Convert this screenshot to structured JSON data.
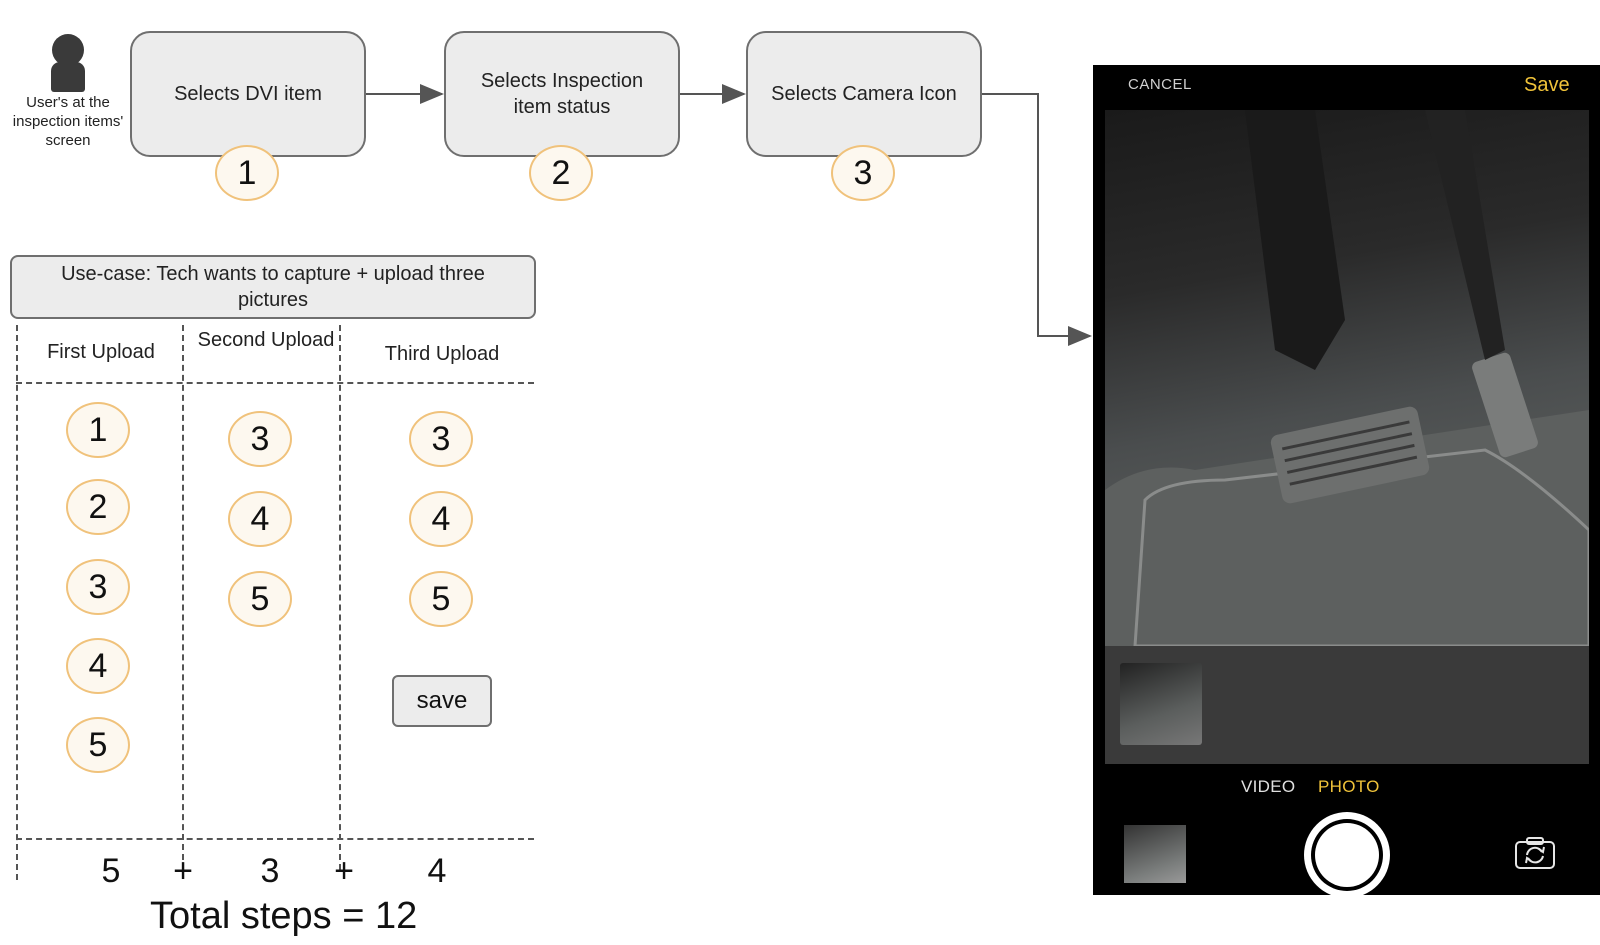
{
  "user": {
    "caption": "User's at the inspection items' screen",
    "icon": "person-icon"
  },
  "flow_steps": [
    {
      "label": "Selects DVI item",
      "number": "1"
    },
    {
      "label": "Selects Inspection item status",
      "number": "2"
    },
    {
      "label": "Selects Camera Icon",
      "number": "3"
    }
  ],
  "use_case": {
    "title": "Use-case: Tech wants to capture + upload three pictures",
    "columns": [
      {
        "header": "First Upload",
        "steps": [
          "1",
          "2",
          "3",
          "4",
          "5"
        ],
        "sum": "5"
      },
      {
        "header": "Second Upload",
        "steps": [
          "3",
          "4",
          "5"
        ],
        "sum": "3"
      },
      {
        "header": "Third Upload",
        "steps": [
          "3",
          "4",
          "5"
        ],
        "sum": "4",
        "extra_label": "save"
      }
    ],
    "plus": "+",
    "total": "Total steps = 12"
  },
  "camera": {
    "cancel": "CANCEL",
    "save": "Save",
    "modes": {
      "video": "VIDEO",
      "photo": "PHOTO"
    },
    "colors": {
      "accent": "#f0c33a",
      "background": "#000000"
    }
  },
  "colors": {
    "badge_border": "#f0c27b",
    "box_fill": "#ececec",
    "box_border": "#6f6f6f"
  }
}
